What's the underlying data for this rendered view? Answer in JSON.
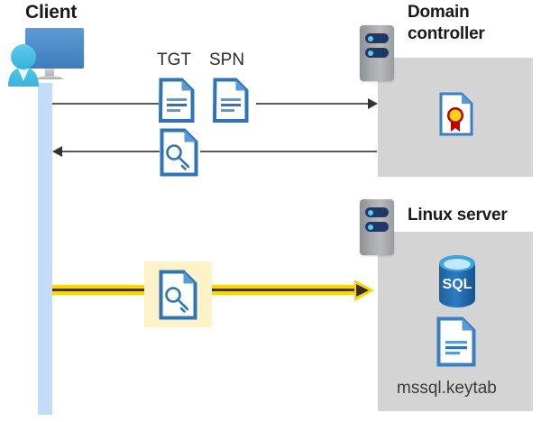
{
  "diagram": {
    "title_client": "Client",
    "actors": {
      "client": {
        "label": "Client",
        "icon": "user-monitor-icon"
      },
      "domain_controller": {
        "label": "Domain\ncontroller",
        "line1": "Domain",
        "line2": "controller",
        "icon": "server-rack-icon"
      },
      "linux_server": {
        "label": "Linux server",
        "icon": "server-rack-icon"
      }
    },
    "messages": [
      {
        "id": "request",
        "labels": [
          "TGT",
          "SPN"
        ],
        "direction": "right",
        "style": "plain",
        "icons": [
          "document-icon",
          "document-icon"
        ]
      },
      {
        "id": "response",
        "labels": [],
        "direction": "left",
        "style": "plain",
        "icons": [
          "key-document-icon"
        ]
      },
      {
        "id": "service-ticket",
        "labels": [],
        "direction": "right",
        "style": "highlighted",
        "icons": [
          "key-document-icon"
        ]
      }
    ],
    "labels": {
      "tgt": "TGT",
      "spn": "SPN",
      "keytab_file": "mssql.keytab"
    },
    "artifacts": {
      "certificate": "certificate-icon",
      "sql_database": "sql-database-icon",
      "keytab": "document-icon"
    },
    "sql_text": "SQL",
    "colors": {
      "lifeline": "#c3dcf8",
      "panel": "#d4d4d4",
      "highlight": "#fdf2c8",
      "arrow_yellow": "#ffd400",
      "arrow_gray": "#595959",
      "doc_blue": "#3a7fc4",
      "accent_blue": "#2e75b6",
      "sql_blue": "#1f6fb4",
      "cert_red": "#c00000",
      "cert_gold": "#ffd21f",
      "title_dark": "#1a1a1a"
    }
  }
}
